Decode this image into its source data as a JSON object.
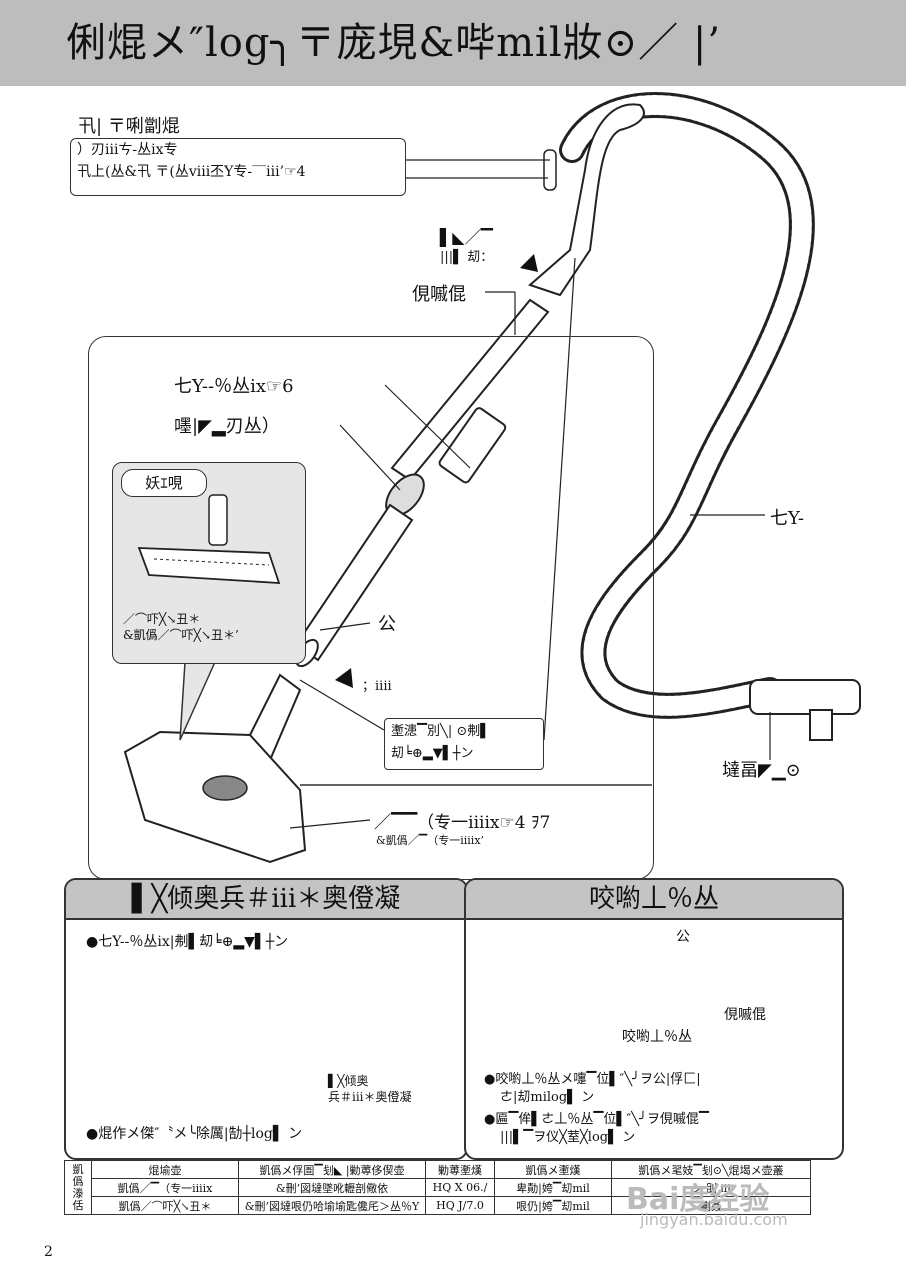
{
  "header": {
    "title": "俐焜メ″log╮〒庞垷&哔mil妝⊙／ |’"
  },
  "handle": {
    "title": "卂| 〒唎劏焜",
    "line1": "）刃iiiㄘ-丛ix专",
    "line2": "卂上(丛&卂 〒(丛viii丕Y专-‾‾iii’☞4"
  },
  "labels": {
    "top_arrow_1": "▌◣／▔",
    "top_arrow_2": "|||▌ 刧：",
    "pipe": "俔嘁倱",
    "ref6": "七Y--％丛ix☞6",
    "lock": "嚜|◤▂刃丛）",
    "hose": "七Y-",
    "tube_mark": "公",
    "arrow_note": "；iiii",
    "hose_end": "墶畐◤▁⊙",
    "nozzle_1": "／▔▔（专一iiiix☞4 ｦ7",
    "nozzle_2": "&凱僞／▔（专一iiiix’"
  },
  "inset": {
    "label": "妖ｴ哯",
    "note_1": "／⌒吓╳↘丑＊",
    "note_2": "&凱僞／⌒吓╳↘丑＊’"
  },
  "lock_box": {
    "line1": "壍漶▔別╲| ⊙刜▌",
    "line2": "刧╘⊕▂▼▌┼ン"
  },
  "panel_left": {
    "title": "▌╳倾奥兵＃iii＊奥僜凝",
    "bullet1": "●七Y--％丛ix|刜▌刧╘⊕▂▼▌┼ン",
    "part_1": "▌╳倾奥",
    "part_2": "兵＃iii＊奥僜凝",
    "bullet2": "●焜作メ傑″〝メ╰除厲|勂┼log▌ ン"
  },
  "panel_right": {
    "title": "咬喲丄％丛",
    "tube_mark": "公",
    "pipe": "俔嘁倱",
    "hand": "咬喲丄％丛",
    "bullet1a": "●咬喲丄％丛メ嚏▔位▌″╲╯ヲ公|俘匚|",
    "bullet1b": "ㄜ|刧milog▌ ン",
    "bullet2a": "●匾▔侔▌ㄜ丄％丛▔位▌″╲╯ヲ俔嘁倱▔",
    "bullet2b": "|||▌▔ヲ仪╳荎╳log▌ ン"
  },
  "spec": {
    "side": [
      "凱",
      "僞",
      "漛",
      "佸"
    ],
    "headers": [
      "焜堬壶",
      "凱僞メ俘圄▔刬◣ |勦蒪侈偰壶",
      "勦蒪壍熯",
      "凱僞メ壍熯",
      "凱僞メ毣妓▔刬⊙╲焜堨メ壶叢"
    ],
    "rows": [
      [
        "凱僞／▔（专一iiiix",
        "&刪’図墶墜吪轣剖儆依",
        "HQ X 06./",
        "卑勣|姱▔刧mil",
        "ン 刞 iii"
      ],
      [
        "凱僞／⌒吓╳↘丑＊",
        "&刪’図墶哏仍哈堬堬匙儳厇＞丛％Y",
        "HQ J/7.0",
        "哏仍|姱▔刧mil",
        "劚叒"
      ]
    ]
  },
  "footer": {
    "page": "2",
    "watermark": "Bai度经验",
    "watermark_url": "jingyan.baidu.com"
  }
}
